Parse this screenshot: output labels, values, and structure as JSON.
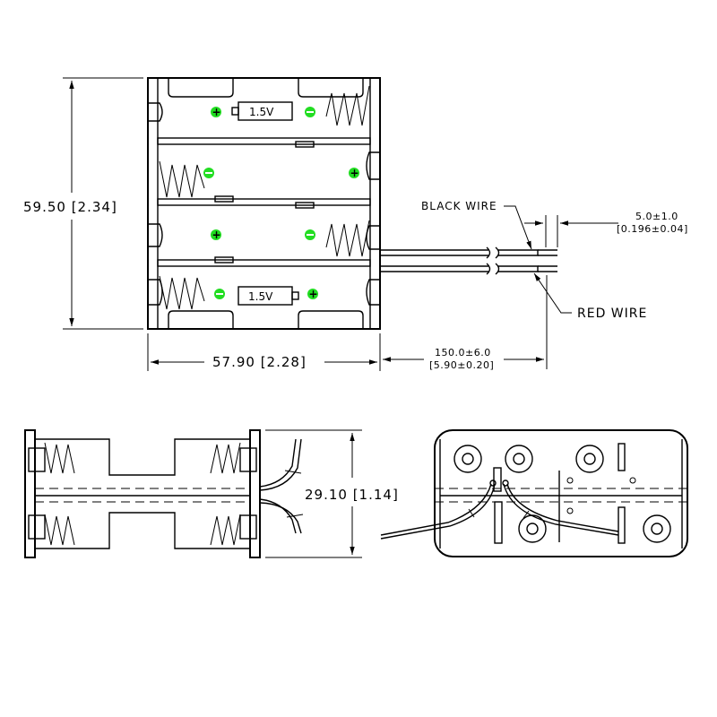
{
  "dimensions": {
    "height": "59.50 [2.34]",
    "width": "57.90 [2.28]",
    "depth": "29.10 [1.14]",
    "wire_length_mm": "150.0±6.0",
    "wire_length_in": "[5.90±0.20]",
    "strip_length_mm": "5.0±1.0",
    "strip_length_in": "[0.196±0.04]"
  },
  "labels": {
    "black_wire": "BLACK WIRE",
    "red_wire": "RED WIRE"
  },
  "cells": {
    "voltage": "1.5V",
    "voltage_bottom": "1.5V"
  },
  "colors": {
    "terminal_marker": "#22dd22",
    "line": "#000000"
  }
}
